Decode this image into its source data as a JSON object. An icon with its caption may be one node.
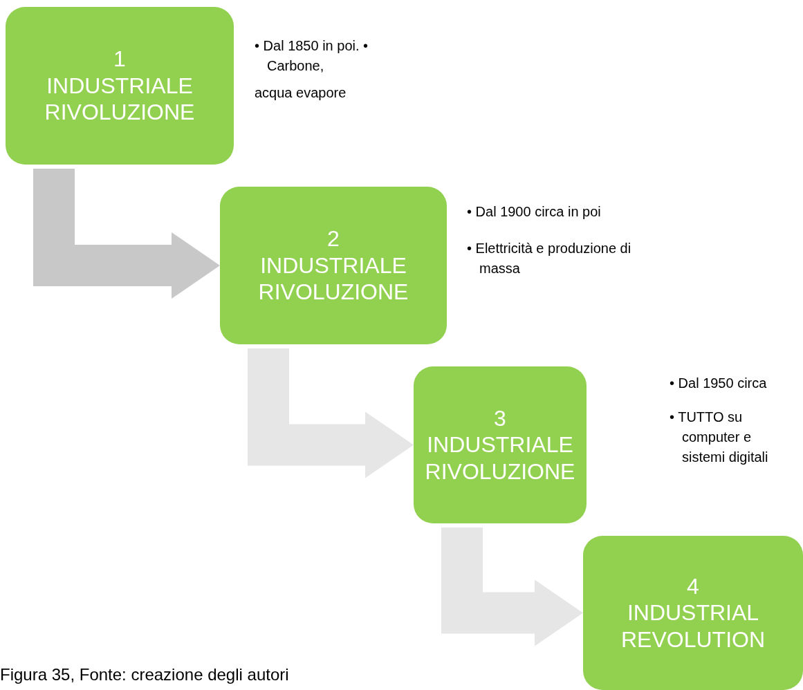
{
  "diagram": {
    "caption": "Figura 35, Fonte: creazione degli autori",
    "nodes": [
      {
        "text": [
          "1",
          "INDUSTRIALE RIVOLUZIONE"
        ],
        "beside": [
          "• Dal 1850 in poi. • Carbone,",
          "acqua evapore"
        ]
      },
      {
        "text": [
          "2",
          "INDUSTRIALE RIVOLUZIONE"
        ],
        "beside": [
          "• Dal 1900 circa in poi",
          "• Elettricità e produzione di massa"
        ]
      },
      {
        "text": [
          "3",
          "INDUSTRIALE RIVOLUZIONE"
        ],
        "beside": [
          "• Dal 1950 circa",
          "• TUTTO su computer e sistemi digitali"
        ]
      },
      {
        "text": [
          "4",
          "INDUSTRIAL REVOLUTION"
        ]
      }
    ],
    "edges": [
      {
        "from": 0,
        "to": 1,
        "arrow": "to",
        "color": "#c8c8c8"
      },
      {
        "from": 1,
        "to": 2,
        "arrow": "to"
      },
      {
        "from": 2,
        "to": 3,
        "arrow": "to"
      }
    ]
  }
}
